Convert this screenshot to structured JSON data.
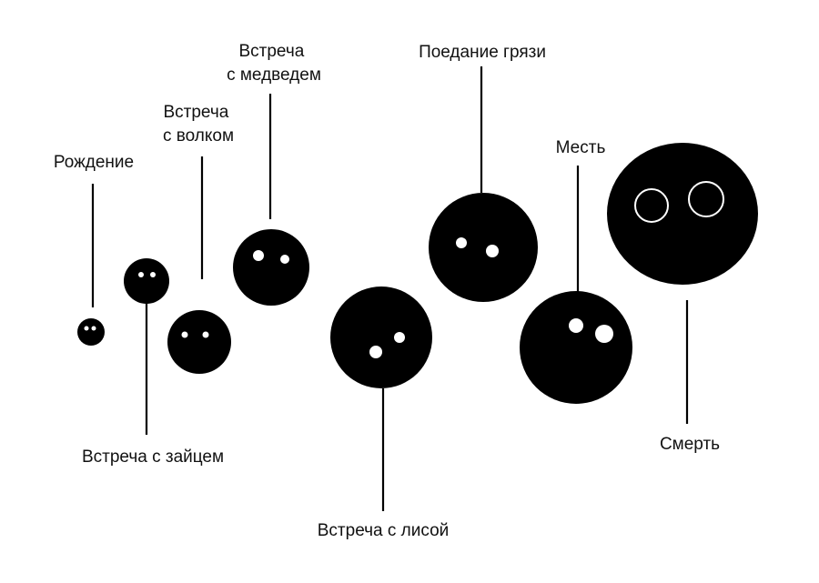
{
  "diagram": {
    "colors": {
      "blob": "#000000",
      "eye": "#ffffff",
      "text": "#111111",
      "background": "#ffffff"
    },
    "stages": [
      {
        "key": "birth",
        "lines": [
          "Рождение"
        ],
        "eyes": "solid"
      },
      {
        "key": "hare",
        "lines": [
          "Встреча с зайцем"
        ],
        "eyes": "solid"
      },
      {
        "key": "wolf",
        "lines": [
          "Встреча",
          "с волком"
        ],
        "eyes": "solid"
      },
      {
        "key": "bear",
        "lines": [
          "Встреча",
          "с медведем"
        ],
        "eyes": "solid"
      },
      {
        "key": "fox",
        "lines": [
          "Встреча с лисой"
        ],
        "eyes": "solid"
      },
      {
        "key": "dirt",
        "lines": [
          "Поедание грязи"
        ],
        "eyes": "solid"
      },
      {
        "key": "revenge",
        "lines": [
          "Месть"
        ],
        "eyes": "solid"
      },
      {
        "key": "death",
        "lines": [
          "Смерть"
        ],
        "eyes": "hollow"
      }
    ]
  }
}
